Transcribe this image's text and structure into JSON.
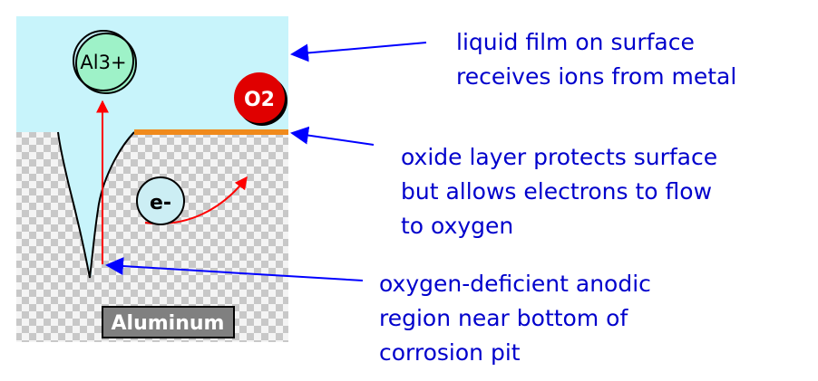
{
  "colors": {
    "liquid": "#c8f4fb",
    "metal_checker_a": "#c8c8c8",
    "metal_checker_b": "#f4f4f4",
    "oxide": "#f08a1c",
    "arrow_blue": "#0000ff",
    "callout_text": "#0000cc",
    "reaction_red": "#ff0000",
    "ion_fill": "#9ef2c8",
    "oxygen_fill": "#e00000",
    "electron_fill": "#cceef4",
    "label_box": "#808080"
  },
  "particles": {
    "ion": "Al3+",
    "oxygen": "O2",
    "electron": "e-"
  },
  "metal_label": "Aluminum",
  "callouts": {
    "liquid_film": [
      "liquid film on surface",
      "receives ions from metal"
    ],
    "oxide_layer": [
      "oxide layer protects surface",
      "but allows electrons to flow",
      "to oxygen"
    ],
    "anodic_region": [
      "oxygen-deficient anodic",
      "region near bottom of",
      "corrosion pit"
    ]
  },
  "icons": {
    "ion": "aluminum-ion-circle",
    "oxygen": "oxygen-molecule-circle",
    "electron": "electron-circle"
  }
}
